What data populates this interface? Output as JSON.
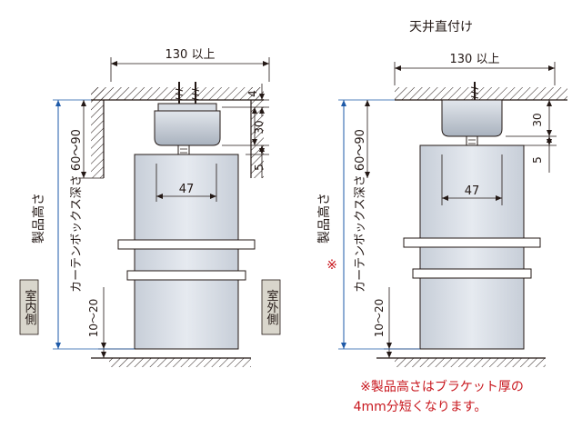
{
  "right_title": "天井直付け",
  "dim_width": "130 以上",
  "dim_bracket": "47",
  "dim_top_gap": "4",
  "dim_depth_30": "30",
  "dim_depth_5": "5",
  "dim_floor": "10〜20",
  "label_product_height": "製品高さ",
  "label_box_depth": "カーテンボックス深さ 60〜90",
  "label_indoor": "室内側",
  "label_outdoor": "室外側",
  "asterisk": "※",
  "note_line1": "※製品高さはブラケット厚の",
  "note_line2": "4mm分短くなります。",
  "colors": {
    "line": "#231815",
    "hatch": "#231815",
    "dim_blue": "#1e5aa8",
    "body_fill": "#d7dde6",
    "bracket_fill": "#b9c1cc",
    "tag_fill": "#d9d6cc",
    "note_red": "#c8161d"
  }
}
